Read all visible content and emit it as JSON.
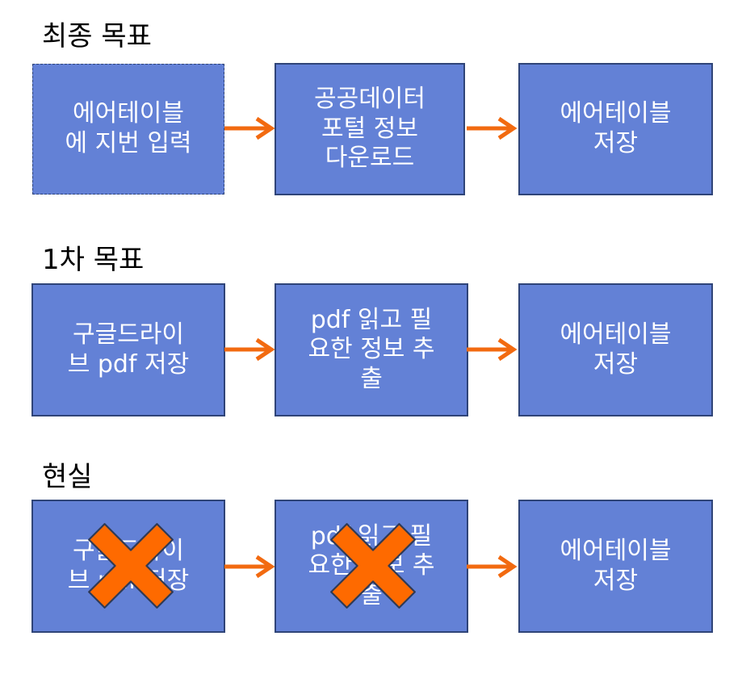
{
  "colors": {
    "box_fill": "#6381d6",
    "box_border": "#2f4478",
    "arrow": "#f26a10",
    "x_mark": "#fe6a00"
  },
  "rows": [
    {
      "title": "최종 목표",
      "boxes": [
        {
          "label": "에어테이블\n에 지번 입력",
          "style": "dashed"
        },
        {
          "label": "공공데이터\n포털 정보\n다운로드"
        },
        {
          "label": "에어테이블\n저장"
        }
      ]
    },
    {
      "title": "1차 목표",
      "boxes": [
        {
          "label": "구글드라이\n브 pdf 저장"
        },
        {
          "label": "pdf 읽고 필\n요한 정보 추\n출"
        },
        {
          "label": "에어테이블\n저장"
        }
      ]
    },
    {
      "title": "현실",
      "boxes": [
        {
          "label": "구글드라이\n브 pdf 저장",
          "crossed": true
        },
        {
          "label": "pdf 읽고 필\n요한 정보 추\n출",
          "crossed": true
        },
        {
          "label": "에어테이블\n저장"
        }
      ]
    }
  ]
}
